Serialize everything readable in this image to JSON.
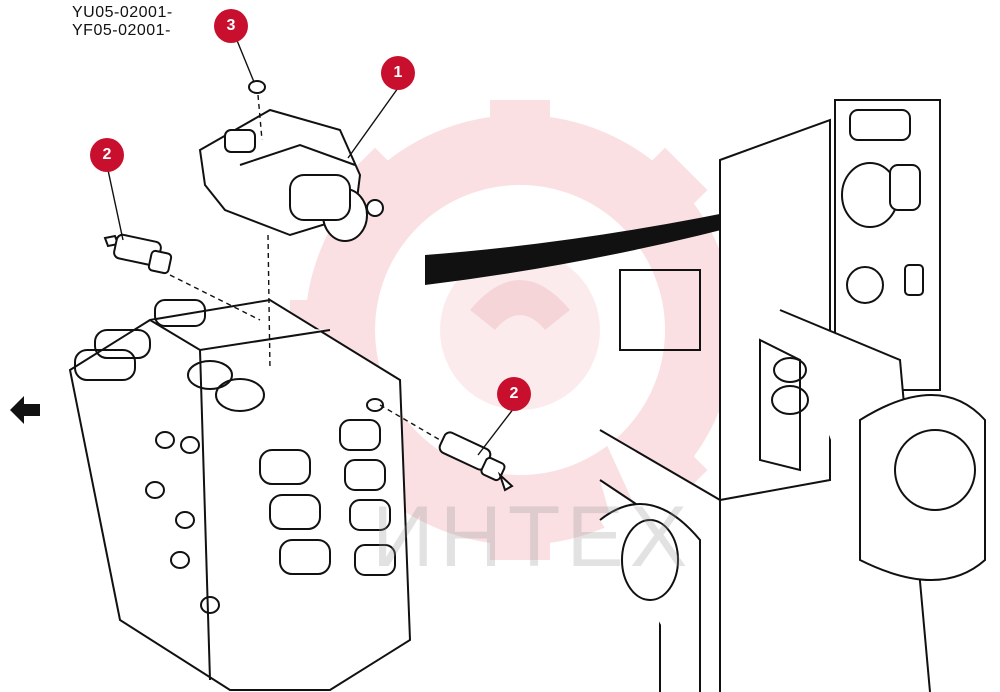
{
  "serial_numbers": [
    "YU05-02001-",
    "YF05-02001-"
  ],
  "callouts": [
    {
      "label": "1"
    },
    {
      "label": "2"
    },
    {
      "label": "2"
    },
    {
      "label": "3"
    }
  ],
  "watermark": {
    "text": "ИНТЕХ"
  },
  "colors": {
    "callout": "#c8102e",
    "watermark": "#f2a0a8",
    "line": "#111111"
  },
  "icons": {
    "nav": "arrow-left-icon"
  }
}
